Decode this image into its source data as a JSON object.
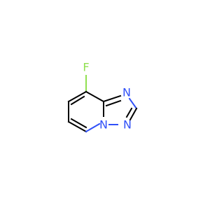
{
  "molecule": {
    "atoms": {
      "fluorine": "F",
      "nitrogen_top": "N",
      "nitrogen_bridge": "N",
      "nitrogen_bottom": "N"
    },
    "colors": {
      "carbon_bond": "#000000",
      "fluorine": "#90e050",
      "nitrogen": "#3050f8",
      "background": "#ffffff"
    }
  }
}
